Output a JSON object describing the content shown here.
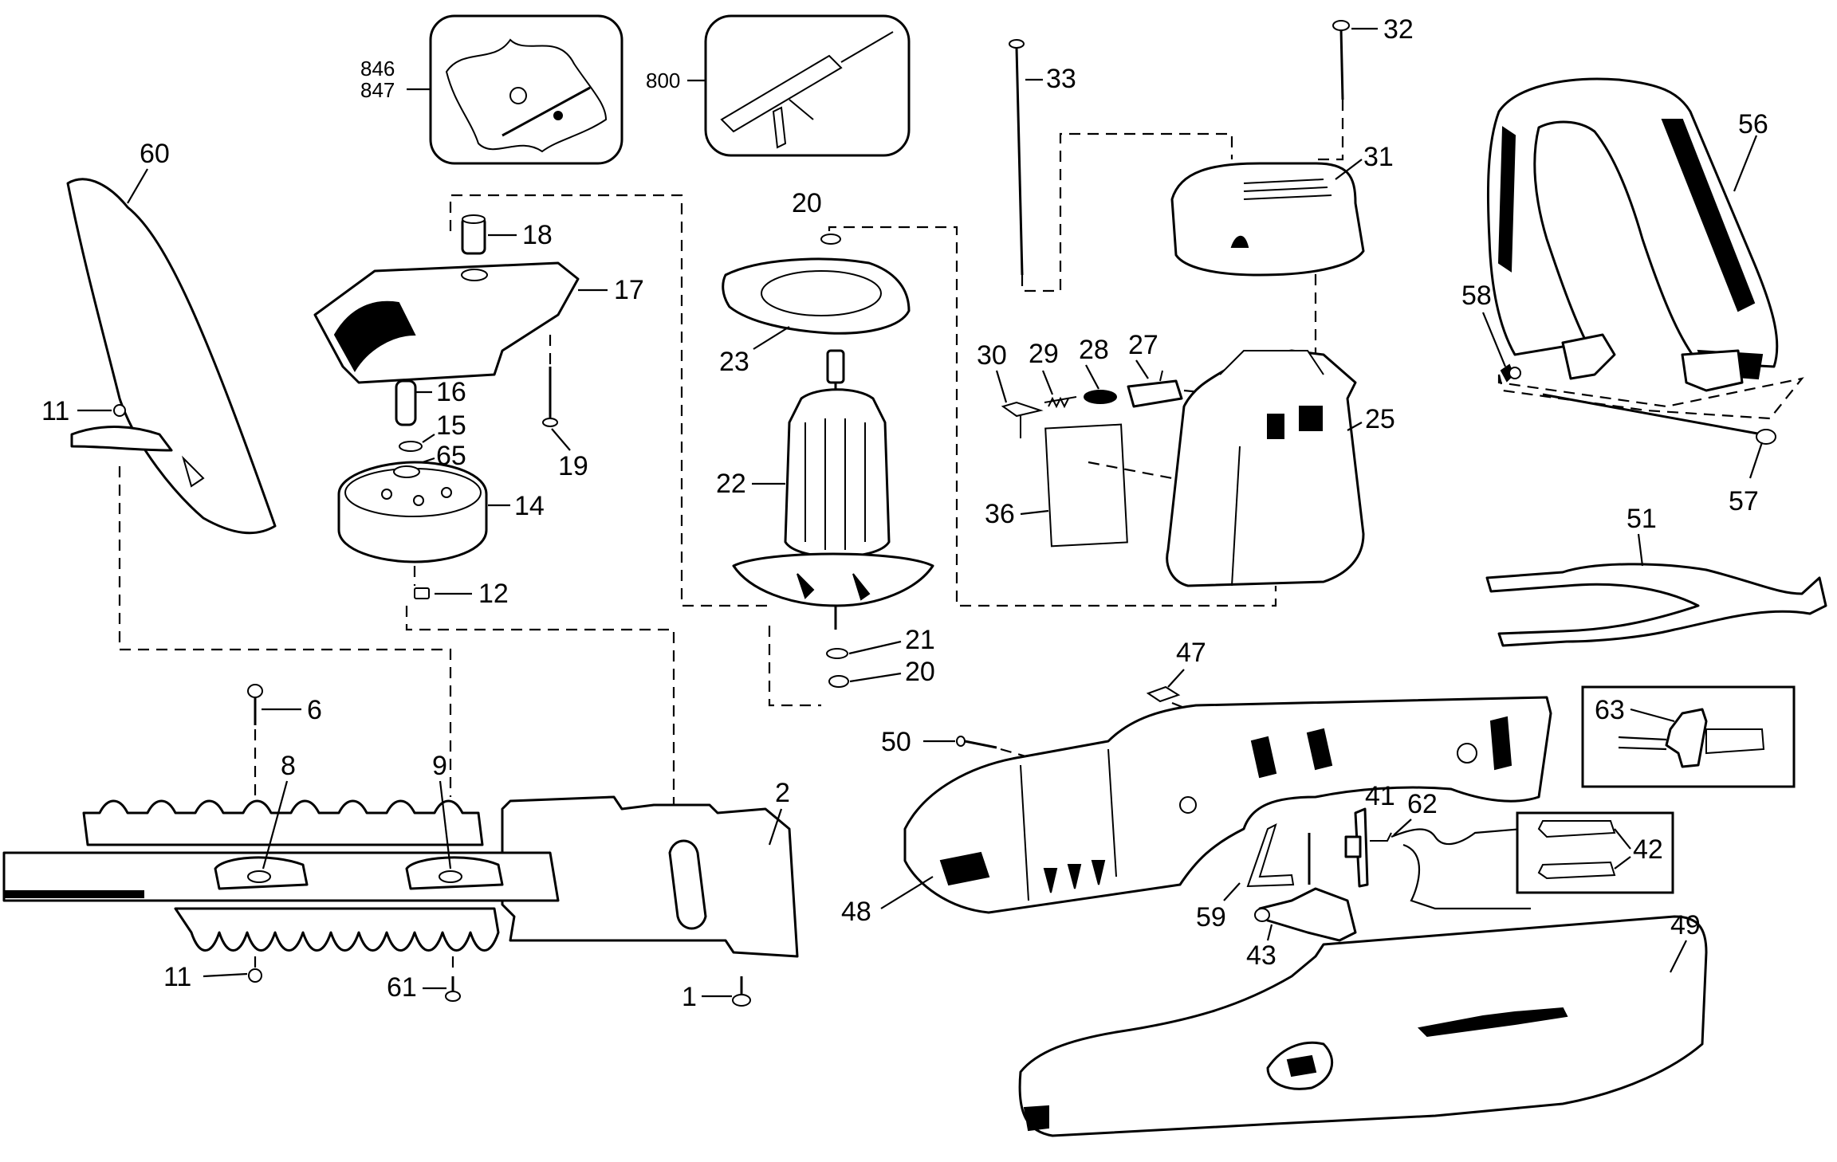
{
  "diagram": {
    "type": "exploded-parts-diagram",
    "subject": "hedge trimmer",
    "colors": {
      "ink": "#000000",
      "background": "#ffffff"
    },
    "callouts": {
      "kit_846_847": [
        "846",
        "847"
      ],
      "p800": "800",
      "p60": "60",
      "p11_top": "11",
      "p18": "18",
      "p17": "17",
      "p16": "16",
      "p15": "15",
      "p65": "65",
      "p19": "19",
      "p14": "14",
      "p12": "12",
      "p20_top": "20",
      "p23": "23",
      "p22": "22",
      "p21": "21",
      "p20_bottom": "20",
      "p33": "33",
      "p32": "32",
      "p31": "31",
      "p30": "30",
      "p29": "29",
      "p28": "28",
      "p27": "27",
      "p25": "25",
      "p36": "36",
      "p56": "56",
      "p58": "58",
      "p57": "57",
      "p51": "51",
      "p6": "6",
      "p8": "8",
      "p9": "9",
      "p2": "2",
      "p11_bottom": "11",
      "p61": "61",
      "p1": "1",
      "p47": "47",
      "p50": "50",
      "p48": "48",
      "p59": "59",
      "p43": "43",
      "p41": "41",
      "p62": "62",
      "p42": "42",
      "p63": "63",
      "p49": "49"
    }
  }
}
